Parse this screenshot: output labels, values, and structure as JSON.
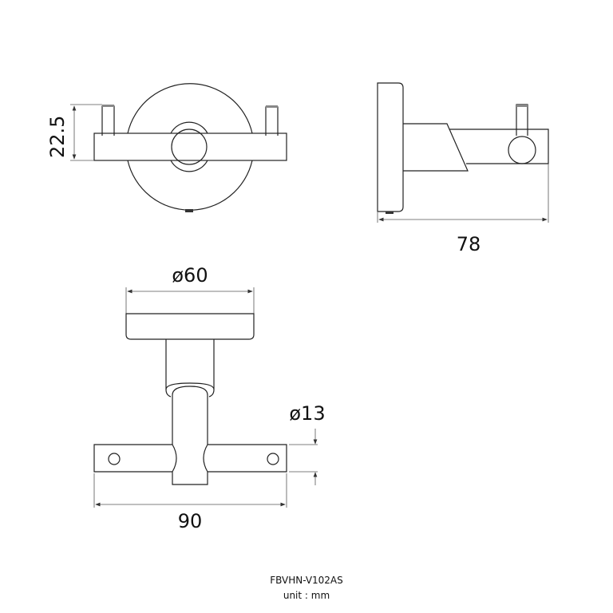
{
  "dimensions": {
    "height_front": "22.5",
    "depth_side": "78",
    "plate_diameter": "ø60",
    "rod_diameter": "ø13",
    "width_top": "90"
  },
  "footer": {
    "model": "FBVHN-V102AS",
    "unit": "unit : mm"
  }
}
